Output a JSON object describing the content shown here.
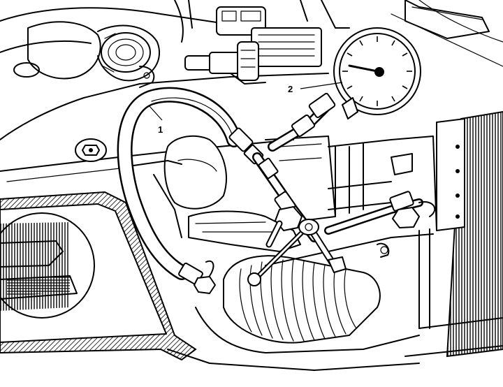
{
  "callouts": [
    {
      "id": "callout-1",
      "label": "1"
    },
    {
      "id": "callout-2",
      "label": "2"
    }
  ],
  "colors": {
    "ink": "#000000",
    "paper": "#ffffff"
  },
  "icons": [
    "pressure-gauge-icon",
    "hose-icon"
  ]
}
